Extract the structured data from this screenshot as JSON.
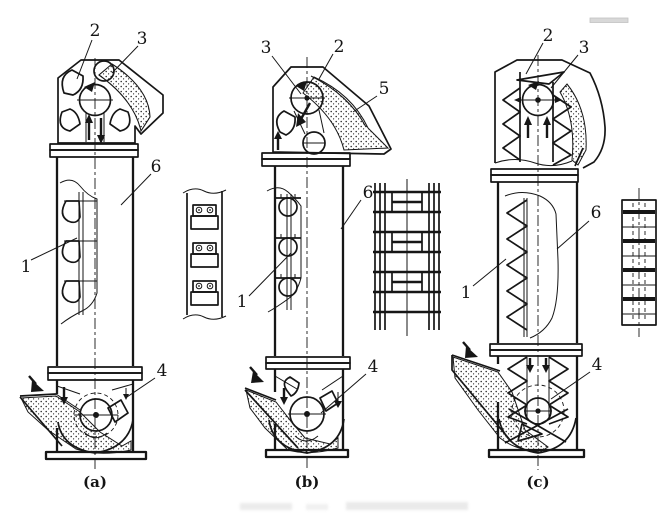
{
  "figure_type": "bucket-elevator-line-drawing",
  "colors": {
    "ink": "#161616",
    "paper": "#ffffff",
    "stray_bar": "#d8d8d8"
  },
  "variants": [
    {
      "caption": "(a)",
      "labels": {
        "n1": "1",
        "n2": "2",
        "n3": "3",
        "n4": "4",
        "n6": "6"
      }
    },
    {
      "caption": "(b)",
      "labels": {
        "n1": "1",
        "n2": "2",
        "n3": "3",
        "n4": "4",
        "n5": "5",
        "n6": "6"
      }
    },
    {
      "caption": "(c)",
      "labels": {
        "n1": "1",
        "n2": "2",
        "n3": "3",
        "n4": "4",
        "n6": "6"
      }
    }
  ]
}
